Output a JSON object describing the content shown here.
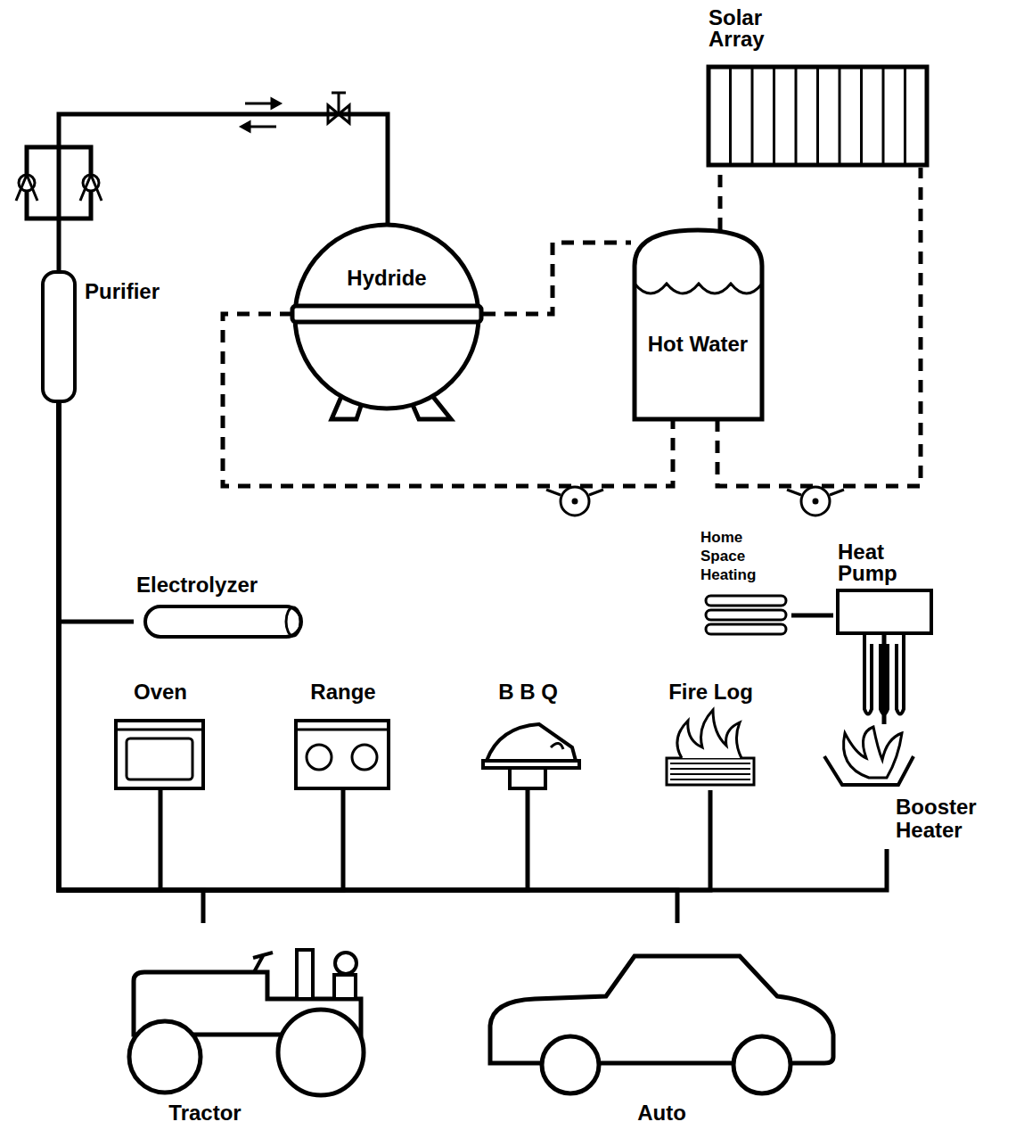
{
  "diagram": {
    "nodes": [
      {
        "text": [
          "Solar Array"
        ]
      },
      {
        "text": [
          "Hydride"
        ]
      },
      {
        "text": [
          "Hot Water"
        ]
      },
      {
        "text": [
          "Purifier"
        ]
      },
      {
        "text": [
          "Electrolyzer"
        ]
      },
      {
        "text": [
          "Oven"
        ]
      },
      {
        "text": [
          "Range"
        ]
      },
      {
        "text": [
          "B B Q"
        ]
      },
      {
        "text": [
          "Fire Log"
        ]
      },
      {
        "text": [
          "Home Space Heating"
        ]
      },
      {
        "text": [
          "Heat Pump"
        ]
      },
      {
        "text": [
          "Booster Heater"
        ]
      },
      {
        "text": [
          "Tractor"
        ]
      },
      {
        "text": [
          "Auto"
        ]
      }
    ],
    "edges": [
      {
        "from": 3,
        "to": 1,
        "arrow": "none"
      },
      {
        "from": 1,
        "to": 2,
        "arrow": "none"
      },
      {
        "from": 2,
        "to": 0,
        "arrow": "none"
      },
      {
        "from": 4,
        "to": 3,
        "arrow": "none"
      },
      {
        "from": 3,
        "to": 5,
        "arrow": "none"
      },
      {
        "from": 3,
        "to": 6,
        "arrow": "none"
      },
      {
        "from": 3,
        "to": 7,
        "arrow": "none"
      },
      {
        "from": 3,
        "to": 8,
        "arrow": "none"
      },
      {
        "from": 3,
        "to": 11,
        "arrow": "none"
      },
      {
        "from": 3,
        "to": 12,
        "arrow": "none"
      },
      {
        "from": 3,
        "to": 13,
        "arrow": "none"
      },
      {
        "from": 9,
        "to": 10,
        "arrow": "none"
      },
      {
        "from": 10,
        "to": 11,
        "arrow": "none"
      }
    ]
  }
}
